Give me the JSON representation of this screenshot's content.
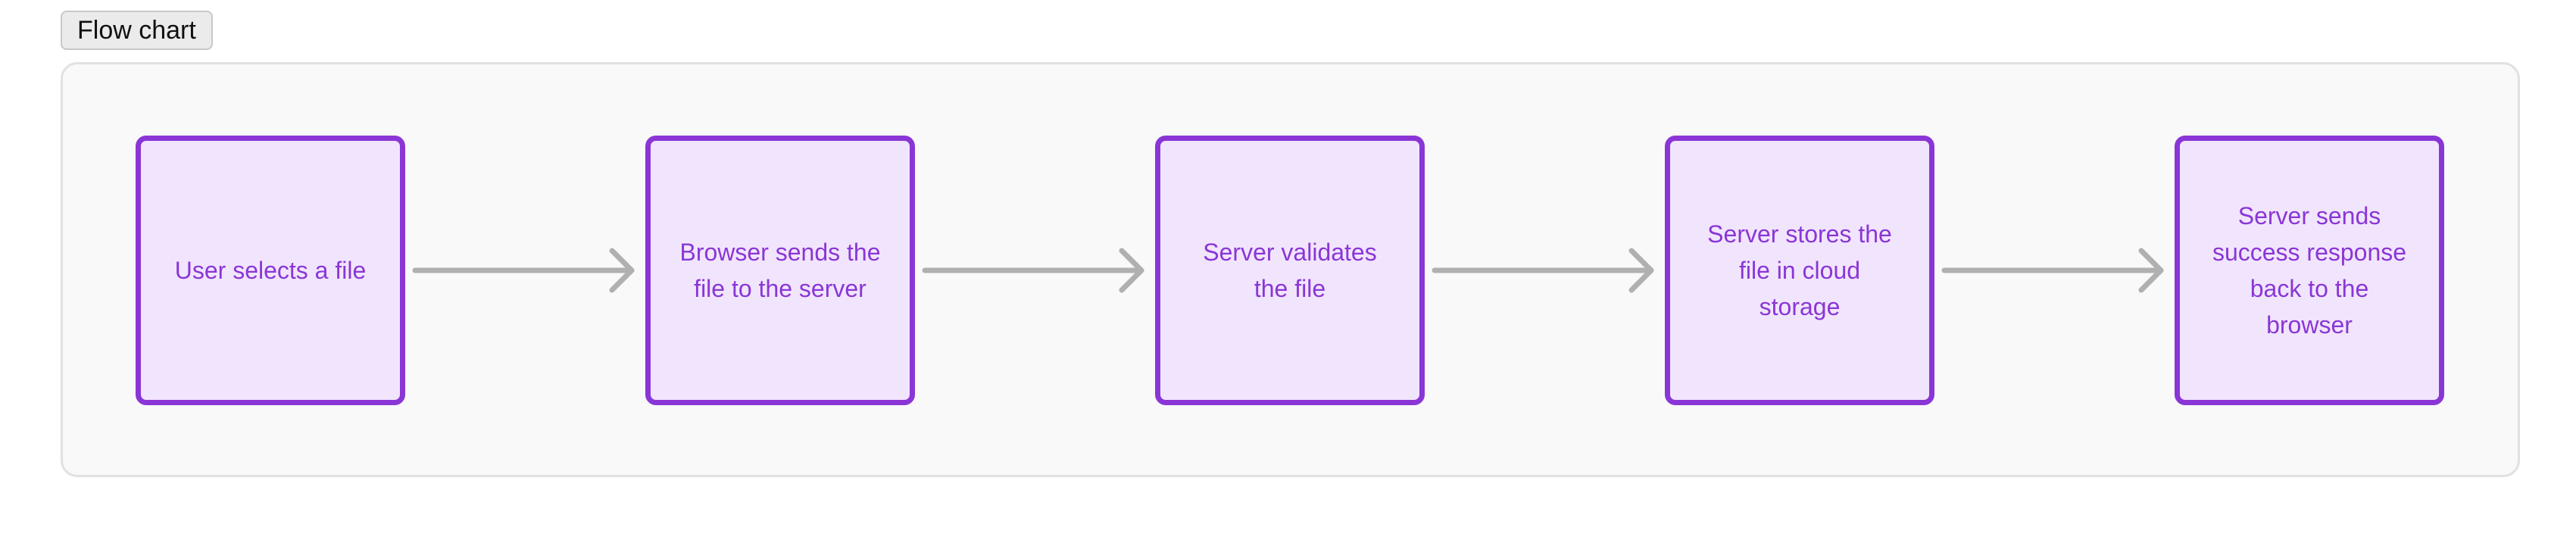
{
  "header": {
    "tag_label": "Flow chart"
  },
  "flow": {
    "steps": [
      {
        "label": "User selects a file"
      },
      {
        "label": "Browser sends the file to the server"
      },
      {
        "label": "Server validates the file"
      },
      {
        "label": "Server stores the file in cloud storage"
      },
      {
        "label": "Server sends success response back to the browser"
      }
    ]
  },
  "colors": {
    "node_border": "#8a36d6",
    "node_fill": "#f1e5fd",
    "node_text": "#8a36d6",
    "arrow": "#b0b0b0",
    "panel_fill": "#f9f9f9",
    "panel_border": "#e1e1e1"
  }
}
